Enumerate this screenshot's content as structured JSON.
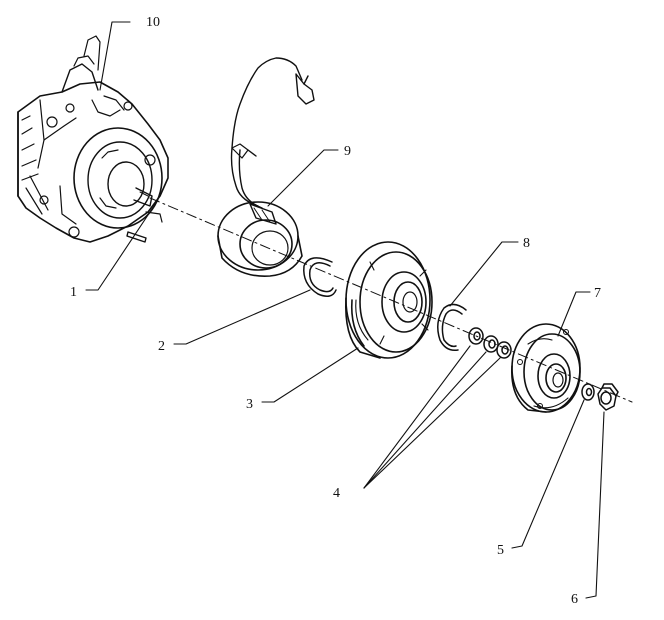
{
  "callouts": [
    {
      "id": "c1",
      "text": "1"
    },
    {
      "id": "c2",
      "text": "2"
    },
    {
      "id": "c3",
      "text": "3"
    },
    {
      "id": "c4",
      "text": "4"
    },
    {
      "id": "c5",
      "text": "5"
    },
    {
      "id": "c6",
      "text": "6"
    },
    {
      "id": "c7",
      "text": "7"
    },
    {
      "id": "c8",
      "text": "8"
    },
    {
      "id": "c9",
      "text": "9"
    },
    {
      "id": "c10",
      "text": "10"
    }
  ],
  "colors": {
    "ink": "#111111",
    "paper": "#ffffff"
  }
}
